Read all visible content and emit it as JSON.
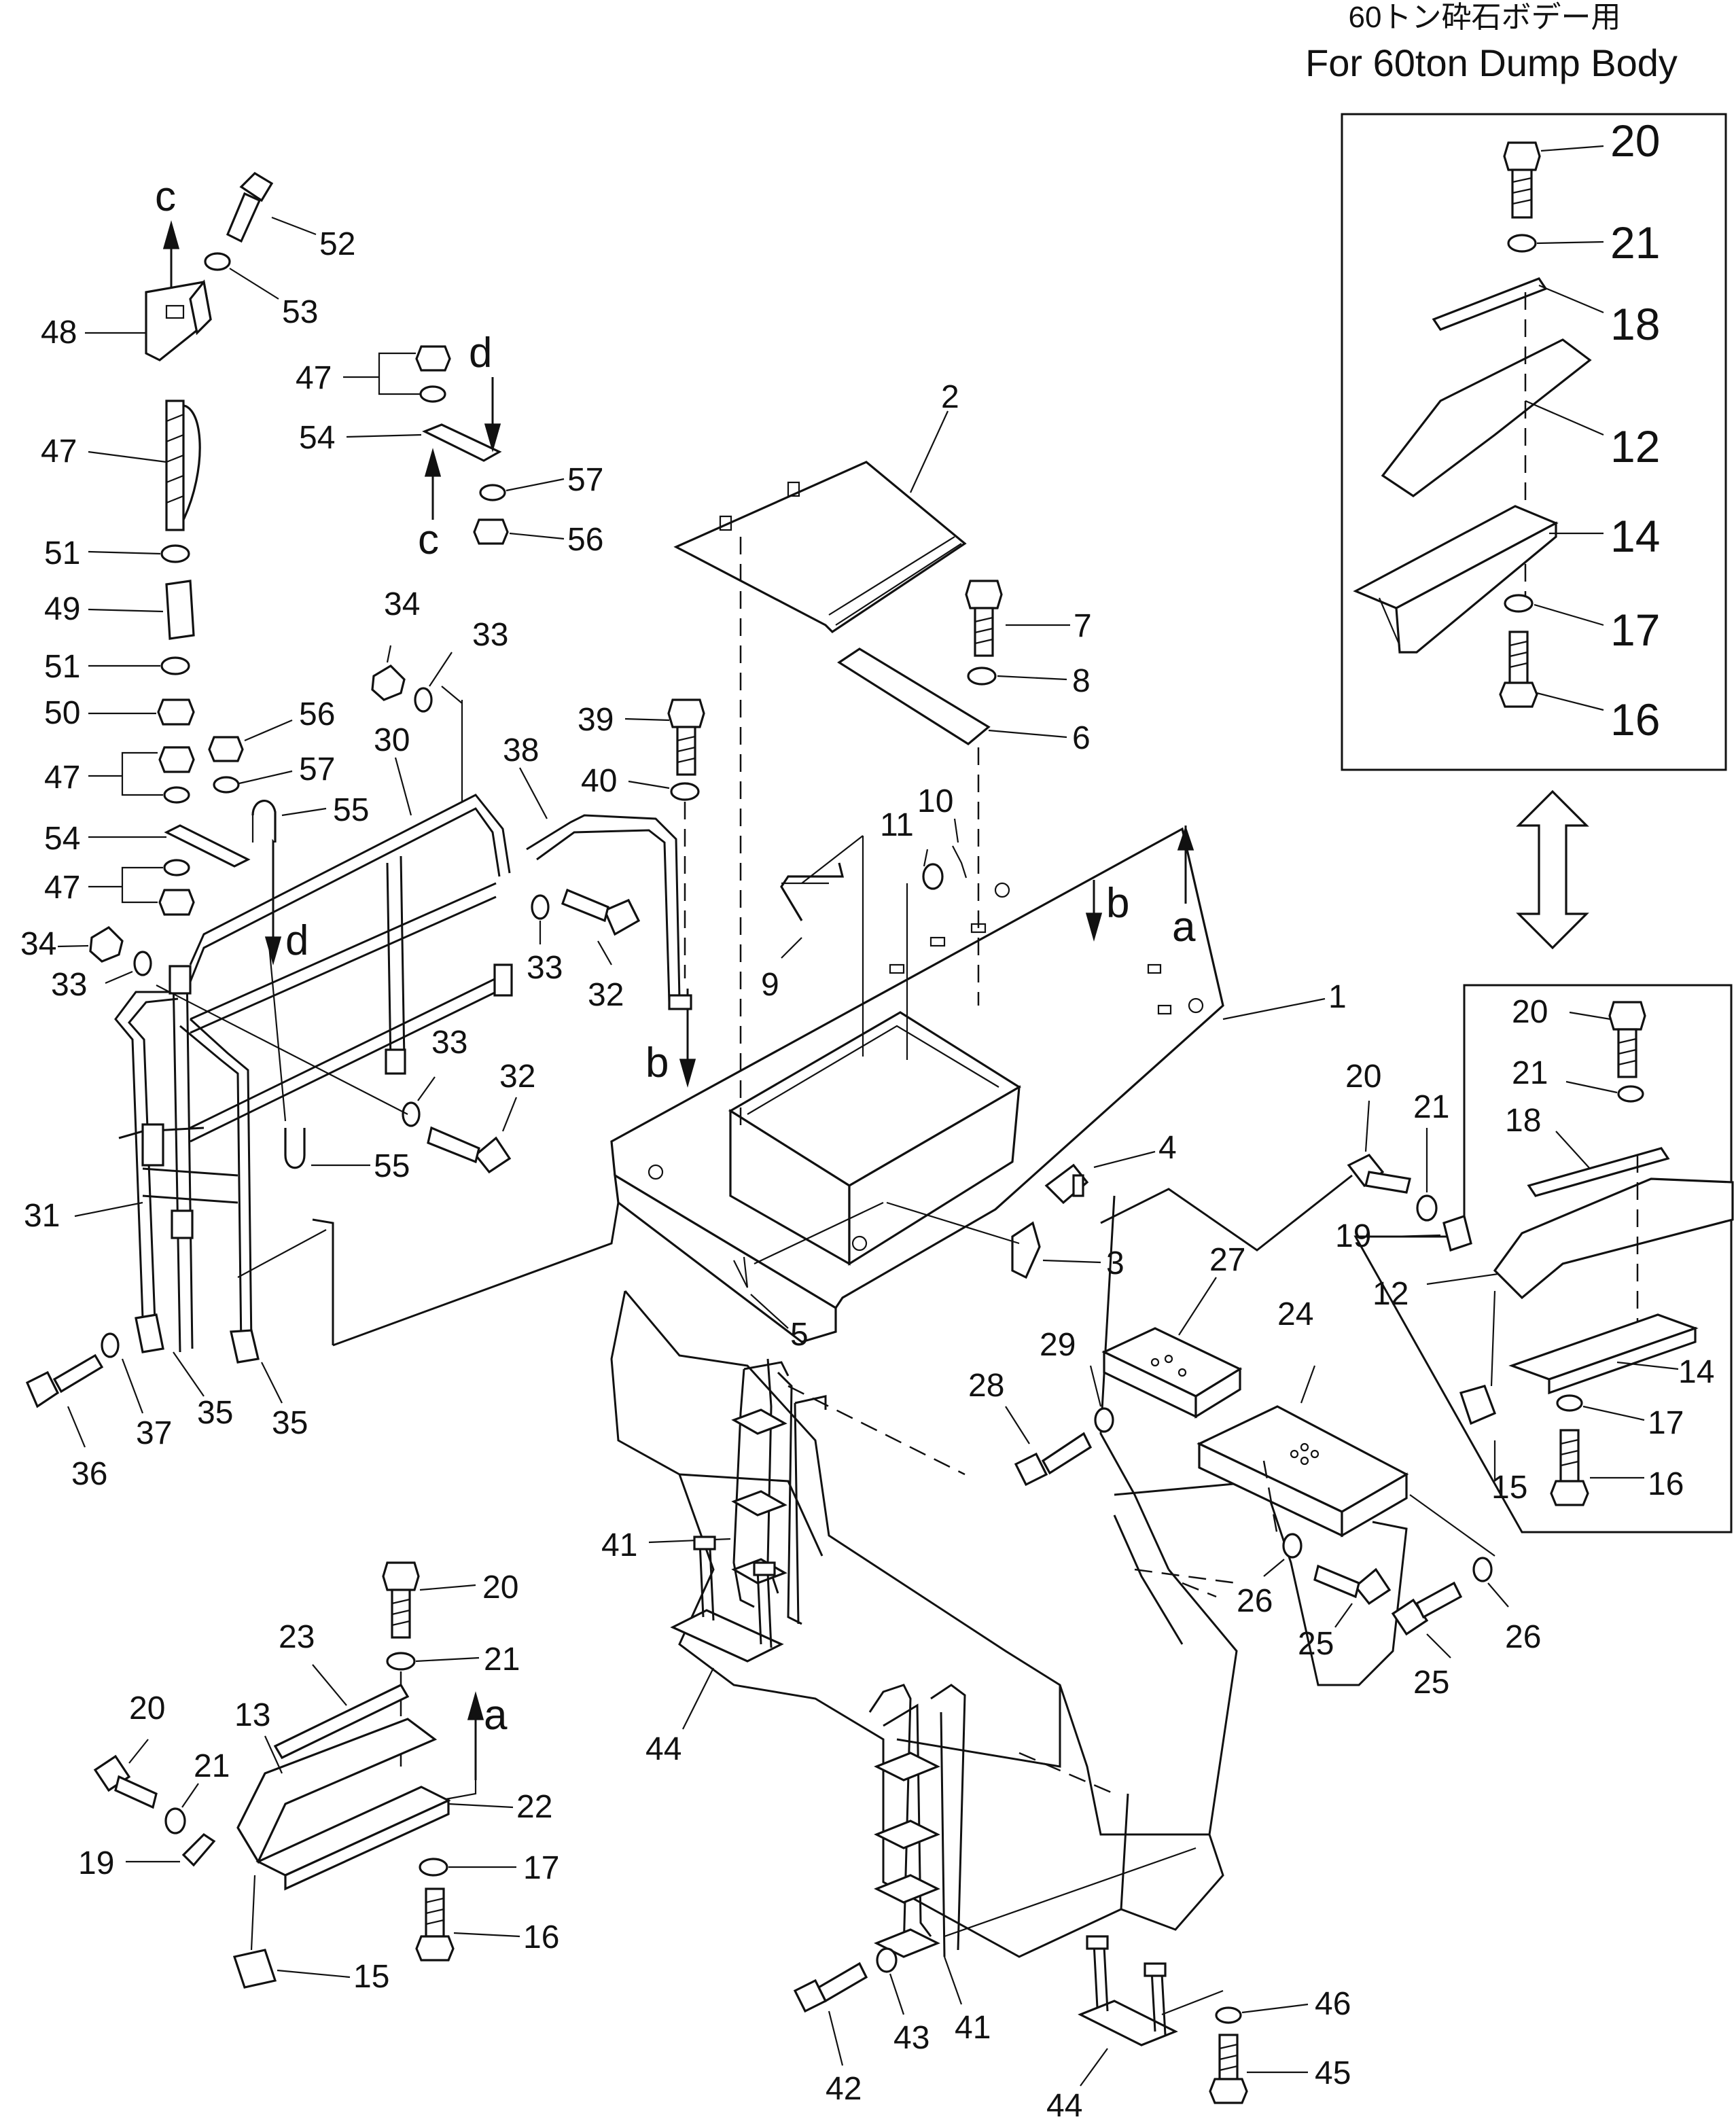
{
  "title_jp": "60トン砕石ボデー用",
  "title_en": "For 60ton Dump Body",
  "detail_main": [
    "20",
    "21",
    "18",
    "12",
    "14",
    "17",
    "16"
  ],
  "labels": {
    "p1": "1",
    "p2": "2",
    "p3": "3",
    "p4": "4",
    "p5": "5",
    "p6": "6",
    "p7": "7",
    "p8": "8",
    "p9": "9",
    "p10": "10",
    "p11": "11",
    "p12": "12",
    "p13": "13",
    "p14": "14",
    "p15a": "15",
    "p15b": "15",
    "p16a": "16",
    "p16b": "16",
    "p17a": "17",
    "p17b": "17",
    "p18": "18",
    "p19a": "19",
    "p19b": "19",
    "p20a": "20",
    "p20b": "20",
    "p20c": "20",
    "p20d": "20",
    "p21a": "21",
    "p21b": "21",
    "p21c": "21",
    "p21d": "21",
    "p22": "22",
    "p23": "23",
    "p24": "24",
    "p25a": "25",
    "p25b": "25",
    "p26a": "26",
    "p26b": "26",
    "p27": "27",
    "p28": "28",
    "p29": "29",
    "p30": "30",
    "p31": "31",
    "p32a": "32",
    "p32b": "32",
    "p33a": "33",
    "p33b": "33",
    "p33c": "33",
    "p33d": "33",
    "p34a": "34",
    "p34b": "34",
    "p35a": "35",
    "p35b": "35",
    "p36": "36",
    "p37": "37",
    "p38": "38",
    "p39": "39",
    "p40": "40",
    "p41a": "41",
    "p41b": "41",
    "p42": "42",
    "p43": "43",
    "p44a": "44",
    "p44b": "44",
    "p45": "45",
    "p46": "46",
    "p47a": "47",
    "p47b": "47",
    "p47c": "47",
    "p47d": "47",
    "p48": "48",
    "p49": "49",
    "p50": "50",
    "p51a": "51",
    "p51b": "51",
    "p52": "52",
    "p53": "53",
    "p54a": "54",
    "p54b": "54",
    "p55a": "55",
    "p55b": "55",
    "p56a": "56",
    "p56b": "56",
    "p57a": "57",
    "p57b": "57",
    "p12b": "12",
    "p14b": "14",
    "p18b": "18"
  },
  "arrows": {
    "a1": "a",
    "a2": "a",
    "b1": "b",
    "b2": "b",
    "c1": "c",
    "c2": "c",
    "d1": "d",
    "d2": "d"
  }
}
